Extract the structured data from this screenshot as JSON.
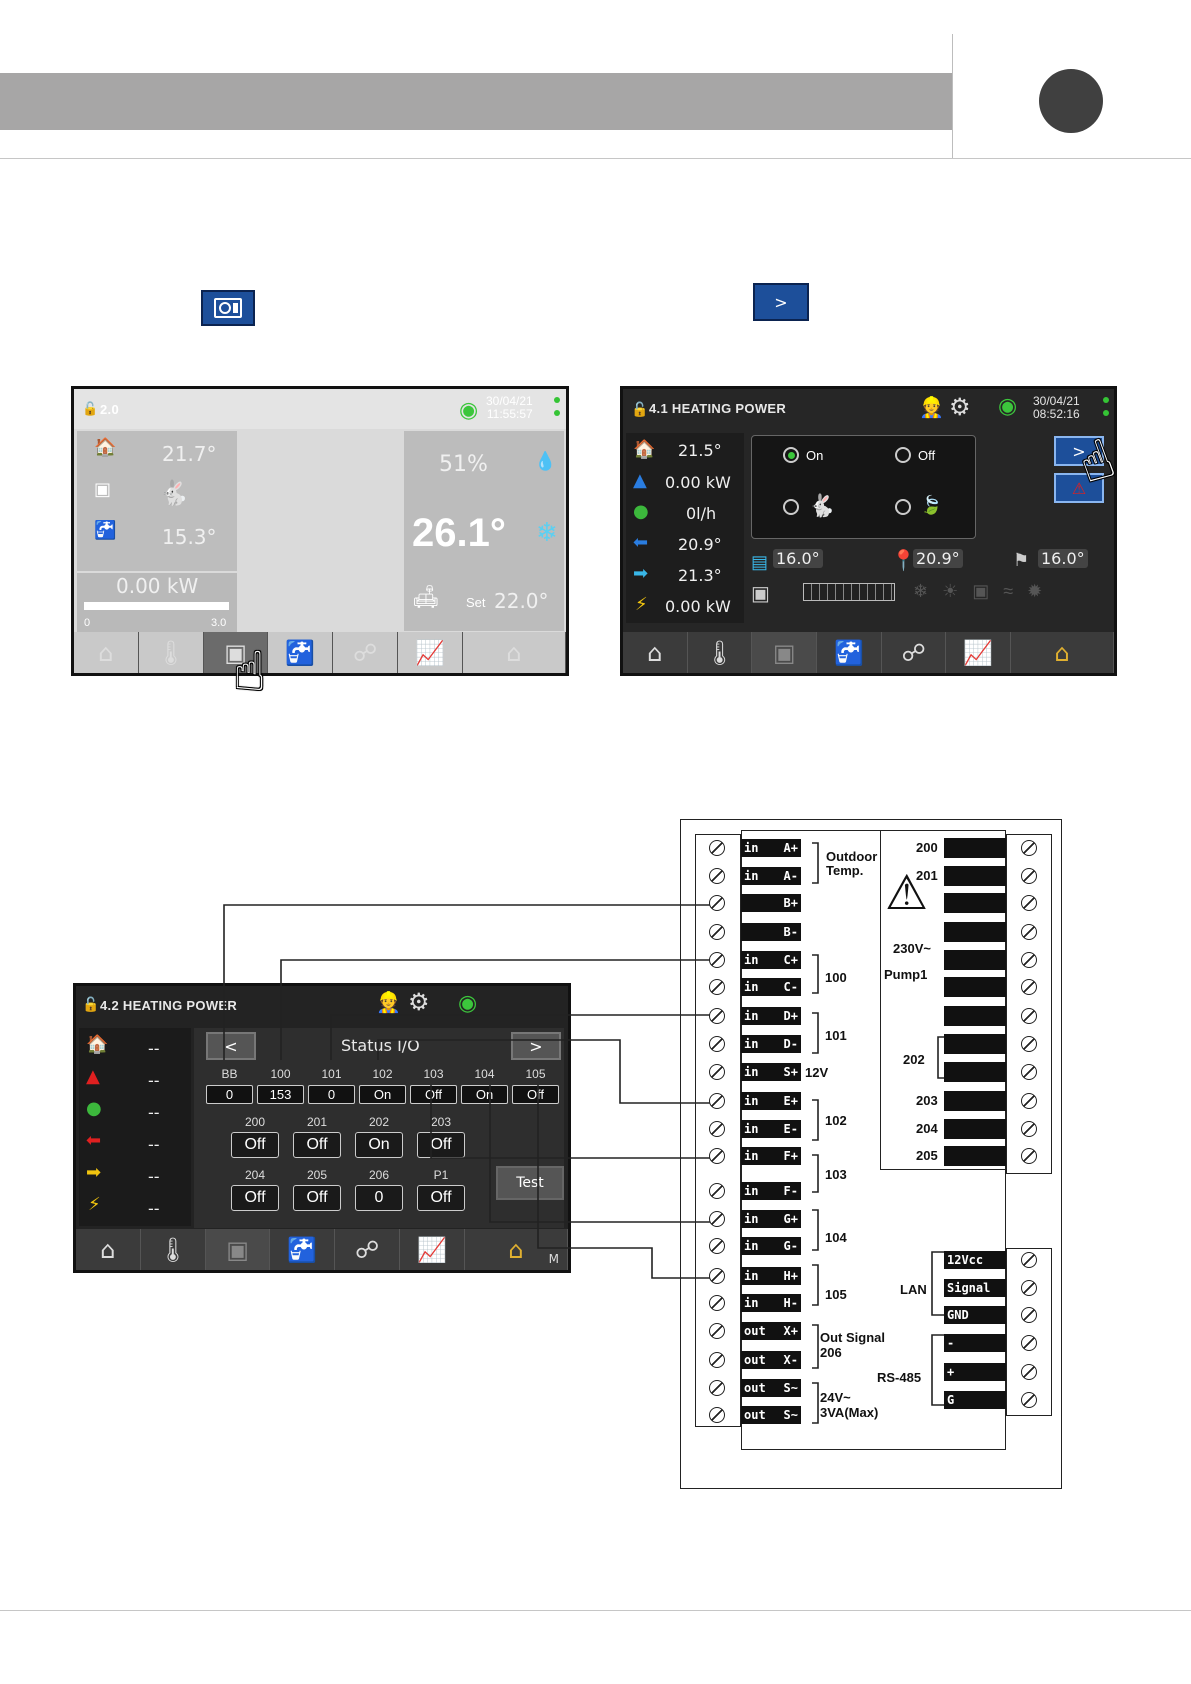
{
  "buttons": {
    "menu_icon": "heat-pump-icon",
    "next": ">"
  },
  "screen1": {
    "title": "2.0",
    "date": "30/04/21",
    "time": "11:55:57",
    "outdoor": "21.7°",
    "mode": "rabbit",
    "water": "15.3°",
    "power": "0.00 kW",
    "bar_min": "0",
    "bar_max": "3.0",
    "humidity": "51%",
    "temp": "26.1°",
    "set_label": "Set",
    "set": "22.0°"
  },
  "screen2": {
    "title": "4.1 HEATING POWER",
    "date": "30/04/21",
    "time": "08:52:16",
    "values": [
      "21.5°",
      "0.00 kW",
      "0l/h",
      "20.9°",
      "21.3°",
      "0.00 kW"
    ],
    "on": "On",
    "off": "Off",
    "next": ">",
    "t1": "16.0°",
    "t2": "20.9°",
    "t3": "16.0°"
  },
  "screen3": {
    "title": "4.2 HEATING POWER",
    "dash": "--",
    "status_title": "Status I/O",
    "prev": "<",
    "next": ">",
    "headers": [
      "BB",
      "100",
      "101",
      "102",
      "103",
      "104",
      "105"
    ],
    "vals": [
      "0",
      "153",
      "0",
      "On",
      "Off",
      "On",
      "Off"
    ],
    "row2_headers": [
      "200",
      "201",
      "202",
      "203"
    ],
    "row2_vals": [
      "Off",
      "Off",
      "On",
      "Off"
    ],
    "row3_headers": [
      "204",
      "205",
      "206",
      "P1"
    ],
    "row3_vals": [
      "Off",
      "Off",
      "0",
      "Off"
    ],
    "test": "Test",
    "tab_m": "M"
  },
  "terminal": {
    "left": [
      {
        "io": "in",
        "pin": "A+"
      },
      {
        "io": "in",
        "pin": "A-"
      },
      {
        "io": "",
        "pin": "B+"
      },
      {
        "io": "",
        "pin": "B-"
      },
      {
        "io": "in",
        "pin": "C+"
      },
      {
        "io": "in",
        "pin": "C-"
      },
      {
        "io": "in",
        "pin": "D+"
      },
      {
        "io": "in",
        "pin": "D-"
      },
      {
        "io": "in",
        "pin": "S+"
      },
      {
        "io": "in",
        "pin": "E+"
      },
      {
        "io": "in",
        "pin": "E-"
      },
      {
        "io": "in",
        "pin": "F+"
      },
      {
        "io": "in",
        "pin": "F-"
      },
      {
        "io": "in",
        "pin": "G+"
      },
      {
        "io": "in",
        "pin": "G-"
      },
      {
        "io": "in",
        "pin": "H+"
      },
      {
        "io": "in",
        "pin": "H-"
      },
      {
        "io": "out",
        "pin": "X+"
      },
      {
        "io": "out",
        "pin": "X-"
      },
      {
        "io": "out",
        "pin": "S~"
      },
      {
        "io": "out",
        "pin": "S~"
      }
    ],
    "labels": {
      "outdoor": "Outdoor",
      "temp": "Temp.",
      "l100": "100",
      "l101": "101",
      "v12": "12V",
      "l102": "102",
      "l103": "103",
      "l104": "104",
      "l105": "105",
      "outsig": "Out Signal",
      "l206": "206",
      "v24": "24V~",
      "va": "3VA(Max)",
      "v230": "230V~",
      "pump": "Pump1",
      "lan": "LAN",
      "rs485": "RS-485",
      "l202": "202"
    },
    "right_nums": [
      "200",
      "201",
      "203",
      "204",
      "205"
    ],
    "lan_pins": [
      "12Vcc",
      "Signal",
      "GND"
    ],
    "rs_pins": [
      "-",
      "+",
      "G"
    ]
  }
}
